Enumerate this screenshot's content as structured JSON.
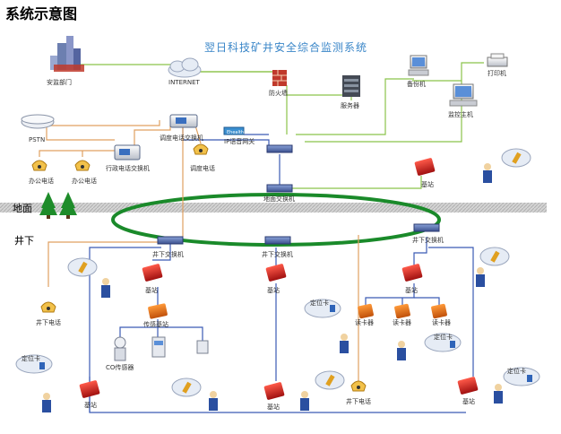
{
  "heading": "系统示意图",
  "title": "翌日科技矿井安全综合监测系统",
  "zones": {
    "ground": "地面",
    "underground": "井下"
  },
  "colors": {
    "ring": "#1a8a2a",
    "line_green": "#8bc34a",
    "line_blue": "#3b5bb5",
    "line_orange": "#e0a060",
    "ground_band": "#c8c8c8"
  },
  "nodes": {
    "supervision": "安监部门",
    "internet": "INTERNET",
    "firewall": "防火墙",
    "server": "服务器",
    "backup": "备份机",
    "printer": "打印机",
    "monitor_host": "监控主机",
    "pstn": "PSTN",
    "dispatch_switch": "调度电话交换机",
    "admin_switch": "行政电话交换机",
    "office_phone_1": "办公电话",
    "office_phone_2": "办公电话",
    "dispatch_phone": "调度电话",
    "voip_gateway": "IP语音网关",
    "voip_gateway_brand": "Ehealth",
    "ground_switch": "地面交换机",
    "ground_base_station": "基站",
    "switch_left": "井下交换机",
    "switch_mid": "井下交换机",
    "switch_right": "井下交换机",
    "base_left_top": "基站",
    "base_mid_top": "基站",
    "base_right_top": "基站",
    "underground_phone_left": "井下电话",
    "sensor_base": "传感基站",
    "co_sensor": "CO传感器",
    "locator_card_1": "定位卡",
    "locator_card_2": "定位卡",
    "locator_card_3": "定位卡",
    "locator_card_4": "定位卡",
    "reader_1": "读卡器",
    "reader_2": "读卡器",
    "reader_3": "读卡器",
    "base_bottom_left": "基站",
    "base_bottom_mid": "基站",
    "base_bottom_right": "基站",
    "underground_phone_bottom": "井下电话"
  }
}
